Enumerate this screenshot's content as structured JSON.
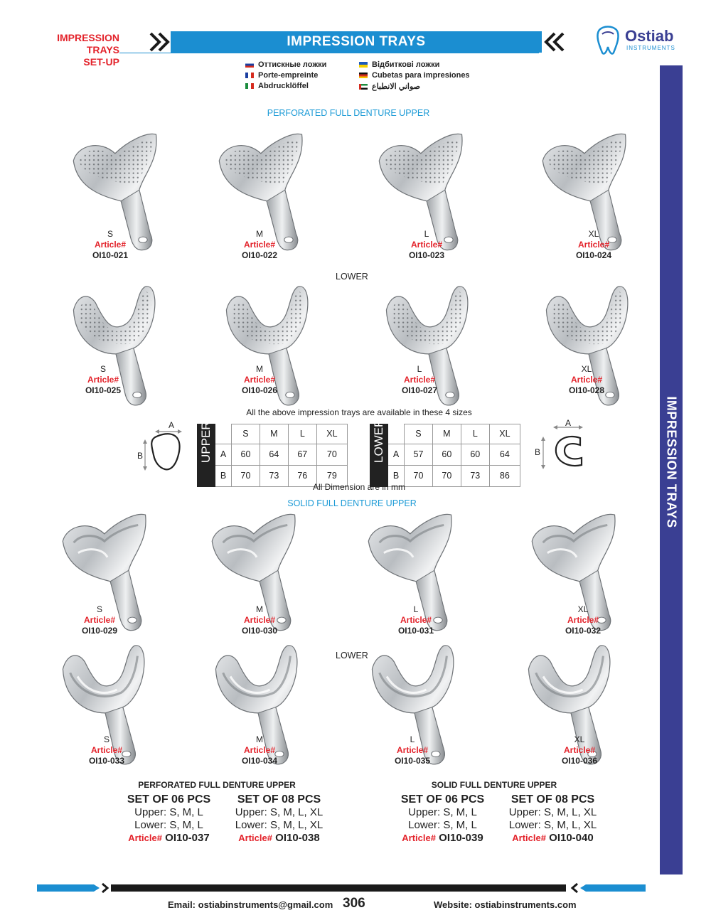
{
  "header": {
    "category_line1": "IMPRESSION TRAYS",
    "category_line2": "SET-UP",
    "title": "IMPRESSION TRAYS",
    "brand_name": "Ostiab",
    "brand_sub": "INSTRUMENTS"
  },
  "languages": {
    "ru": "Оттискные ложки",
    "fr": "Porte-empreinte",
    "it": "Abdrucklöffel",
    "ua": "Відбиткові ложки",
    "de": "Cubetas para impresiones",
    "ae": "صواني الانطباع"
  },
  "perforated": {
    "title": "PERFORATED FULL DENTURE UPPER",
    "lower_title": "LOWER",
    "upper": [
      {
        "size": "S",
        "article": "Article#",
        "code": "OI10-021"
      },
      {
        "size": "M",
        "article": "Article#",
        "code": "OI10-022"
      },
      {
        "size": "L",
        "article": "Article#",
        "code": "OI10-023"
      },
      {
        "size": "XL",
        "article": "Article#",
        "code": "OI10-024"
      }
    ],
    "lower": [
      {
        "size": "S",
        "article": "Article#",
        "code": "OI10-025"
      },
      {
        "size": "M",
        "article": "Article#",
        "code": "OI10-026"
      },
      {
        "size": "L",
        "article": "Article#",
        "code": "OI10-027"
      },
      {
        "size": "XL",
        "article": "Article#",
        "code": "OI10-028"
      }
    ]
  },
  "dimensions": {
    "note": "All the above impression trays are available in these 4 sizes",
    "unit_note": "All Dimension are in mm",
    "a_label": "A",
    "b_label": "B",
    "upper_label": "UPPER",
    "lower_label": "LOWER",
    "sizes": [
      "S",
      "M",
      "L",
      "XL"
    ],
    "upper": {
      "A": [
        "60",
        "64",
        "67",
        "70"
      ],
      "B": [
        "70",
        "73",
        "76",
        "79"
      ]
    },
    "lower": {
      "A": [
        "57",
        "60",
        "60",
        "64"
      ],
      "B": [
        "70",
        "70",
        "73",
        "86"
      ]
    }
  },
  "solid": {
    "title": "SOLID FULL DENTURE UPPER",
    "lower_title": "LOWER",
    "upper": [
      {
        "size": "S",
        "article": "Article#",
        "code": "OI10-029"
      },
      {
        "size": "M",
        "article": "Article#",
        "code": "OI10-030"
      },
      {
        "size": "L",
        "article": "Article#",
        "code": "OI10-031"
      },
      {
        "size": "XL",
        "article": "Article#",
        "code": "OI10-032"
      }
    ],
    "lower": [
      {
        "size": "S",
        "article": "Article#",
        "code": "OI10-033"
      },
      {
        "size": "M",
        "article": "Article#",
        "code": "OI10-034"
      },
      {
        "size": "L",
        "article": "Article#",
        "code": "OI10-035"
      },
      {
        "size": "XL",
        "article": "Article#",
        "code": "OI10-036"
      }
    ]
  },
  "sets": {
    "perforated_heading": "PERFORATED FULL DENTURE UPPER",
    "solid_heading": "SOLID FULL DENTURE UPPER",
    "items": [
      {
        "title": "SET OF 06 PCS",
        "upper": "Upper: S, M, L",
        "lower": "Lower: S, M, L",
        "article": "Article#",
        "code": "OI10-037"
      },
      {
        "title": "SET OF 08 PCS",
        "upper": "Upper: S, M, L, XL",
        "lower": "Lower: S, M, L, XL",
        "article": "Article#",
        "code": "OI10-038"
      },
      {
        "title": "SET OF 06 PCS",
        "upper": "Upper: S, M, L",
        "lower": "Lower: S, M, L",
        "article": "Article#",
        "code": "OI10-039"
      },
      {
        "title": "SET OF 08 PCS",
        "upper": "Upper: S, M, L, XL",
        "lower": "Lower: S, M, L, XL",
        "article": "Article#",
        "code": "OI10-040"
      }
    ]
  },
  "sidebar": {
    "label": "IMPRESSION TRAYS"
  },
  "footer": {
    "email": "Email: ostiabinstruments@gmail.com",
    "page": "306",
    "website": "Website: ostiabinstruments.com"
  },
  "colors": {
    "accent_blue": "#1b8ed1",
    "accent_red": "#e3232b",
    "sidebar": "#3a3f93"
  }
}
